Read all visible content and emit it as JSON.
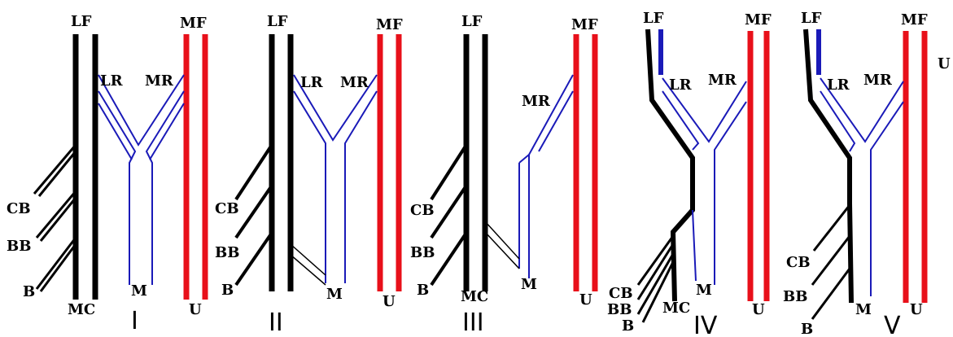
{
  "panels": [
    {
      "roman": "I",
      "labels": {
        "lf": "LF",
        "mf": "MF",
        "lr": "LR",
        "mr": "MR",
        "cb": "CB",
        "bb": "BB",
        "b": "B",
        "mc": "MC",
        "m": "M",
        "u": "U"
      }
    },
    {
      "roman": "II",
      "labels": {
        "lf": "LF",
        "mf": "MF",
        "lr": "LR",
        "mr": "MR",
        "cb": "CB",
        "bb": "BB",
        "b": "B",
        "m": "M",
        "u": "U"
      }
    },
    {
      "roman": "III",
      "labels": {
        "lf": "LF",
        "mf": "MF",
        "mr": "MR",
        "cb": "CB",
        "bb": "BB",
        "b": "B",
        "mc": "MC",
        "m": "M",
        "u": "U"
      }
    },
    {
      "roman": "IV",
      "labels": {
        "lf": "LF",
        "mf": "MF",
        "lr": "LR",
        "mr": "MR",
        "cb": "CB",
        "bb": "BB",
        "b": "B",
        "mc": "MC",
        "m": "M",
        "u": "U"
      }
    },
    {
      "roman": "V",
      "labels": {
        "lf": "LF",
        "mf": "MF",
        "lr": "LR",
        "mr": "MR",
        "cb": "CB",
        "bb": "BB",
        "b": "B",
        "m": "M",
        "u": "U"
      }
    }
  ],
  "colors": {
    "bone": "#000000",
    "ulna_fibula": "#e8101a",
    "radial_branch": "#1a1ab8"
  }
}
